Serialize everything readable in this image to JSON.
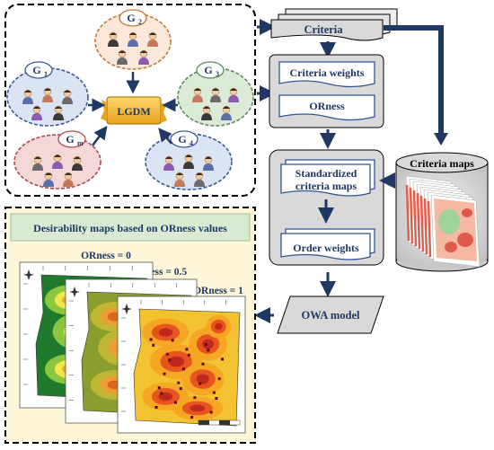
{
  "groups": [
    {
      "letter": "G",
      "sub": "2"
    },
    {
      "letter": "G",
      "sub": "1"
    },
    {
      "letter": "G",
      "sub": "3"
    },
    {
      "letter": "G",
      "sub": "m"
    },
    {
      "letter": "G",
      "sub": "4"
    }
  ],
  "center_label": "LGDM",
  "flow": {
    "criteria": "Criteria",
    "criteria_weights": "Criteria weights",
    "orness": "ORness",
    "standardized_line1": "Standardized",
    "standardized_line2": "criteria maps",
    "order_weights": "Order weights",
    "owa_model": "OWA model",
    "criteria_maps": "Criteria maps"
  },
  "desirability": {
    "title": "Desirability maps based on ORness values",
    "maps": [
      {
        "label": "ORness = 0",
        "orness": 0
      },
      {
        "label": "ORness = 0.5",
        "orness": 0.5
      },
      {
        "label": "ORness = 1",
        "orness": 1
      }
    ]
  },
  "colors": {
    "group_outline_top": "#c07a3a",
    "group_outline_left": "#3b5a9a",
    "group_outline_right": "#5a8a5a",
    "group_outline_bottom_left": "#b04a4a",
    "group_outline_bottom_right": "#3b5a9a",
    "lgdm_fill": "#f5c242",
    "flow_arrow": "#1f3864",
    "box_fill": "#d9d9d9",
    "panel_fill": "#fdf6d8",
    "panel_title_fill": "#d9ead3"
  }
}
